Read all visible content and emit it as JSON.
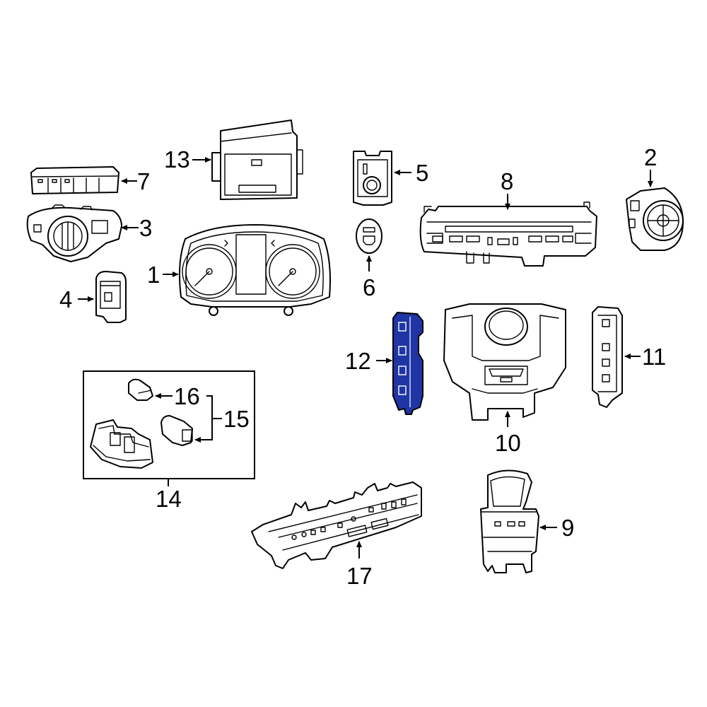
{
  "colors": {
    "outline": "#000000",
    "background": "#ffffff",
    "highlight": "#1f35a6"
  },
  "highlighted_part": "12",
  "labels": {
    "p1": "1",
    "p2": "2",
    "p3": "3",
    "p4": "4",
    "p5": "5",
    "p6": "6",
    "p7": "7",
    "p8": "8",
    "p9": "9",
    "p10": "10",
    "p11": "11",
    "p12": "12",
    "p13": "13",
    "p14": "14",
    "p15": "15",
    "p16": "16",
    "p17": "17"
  }
}
